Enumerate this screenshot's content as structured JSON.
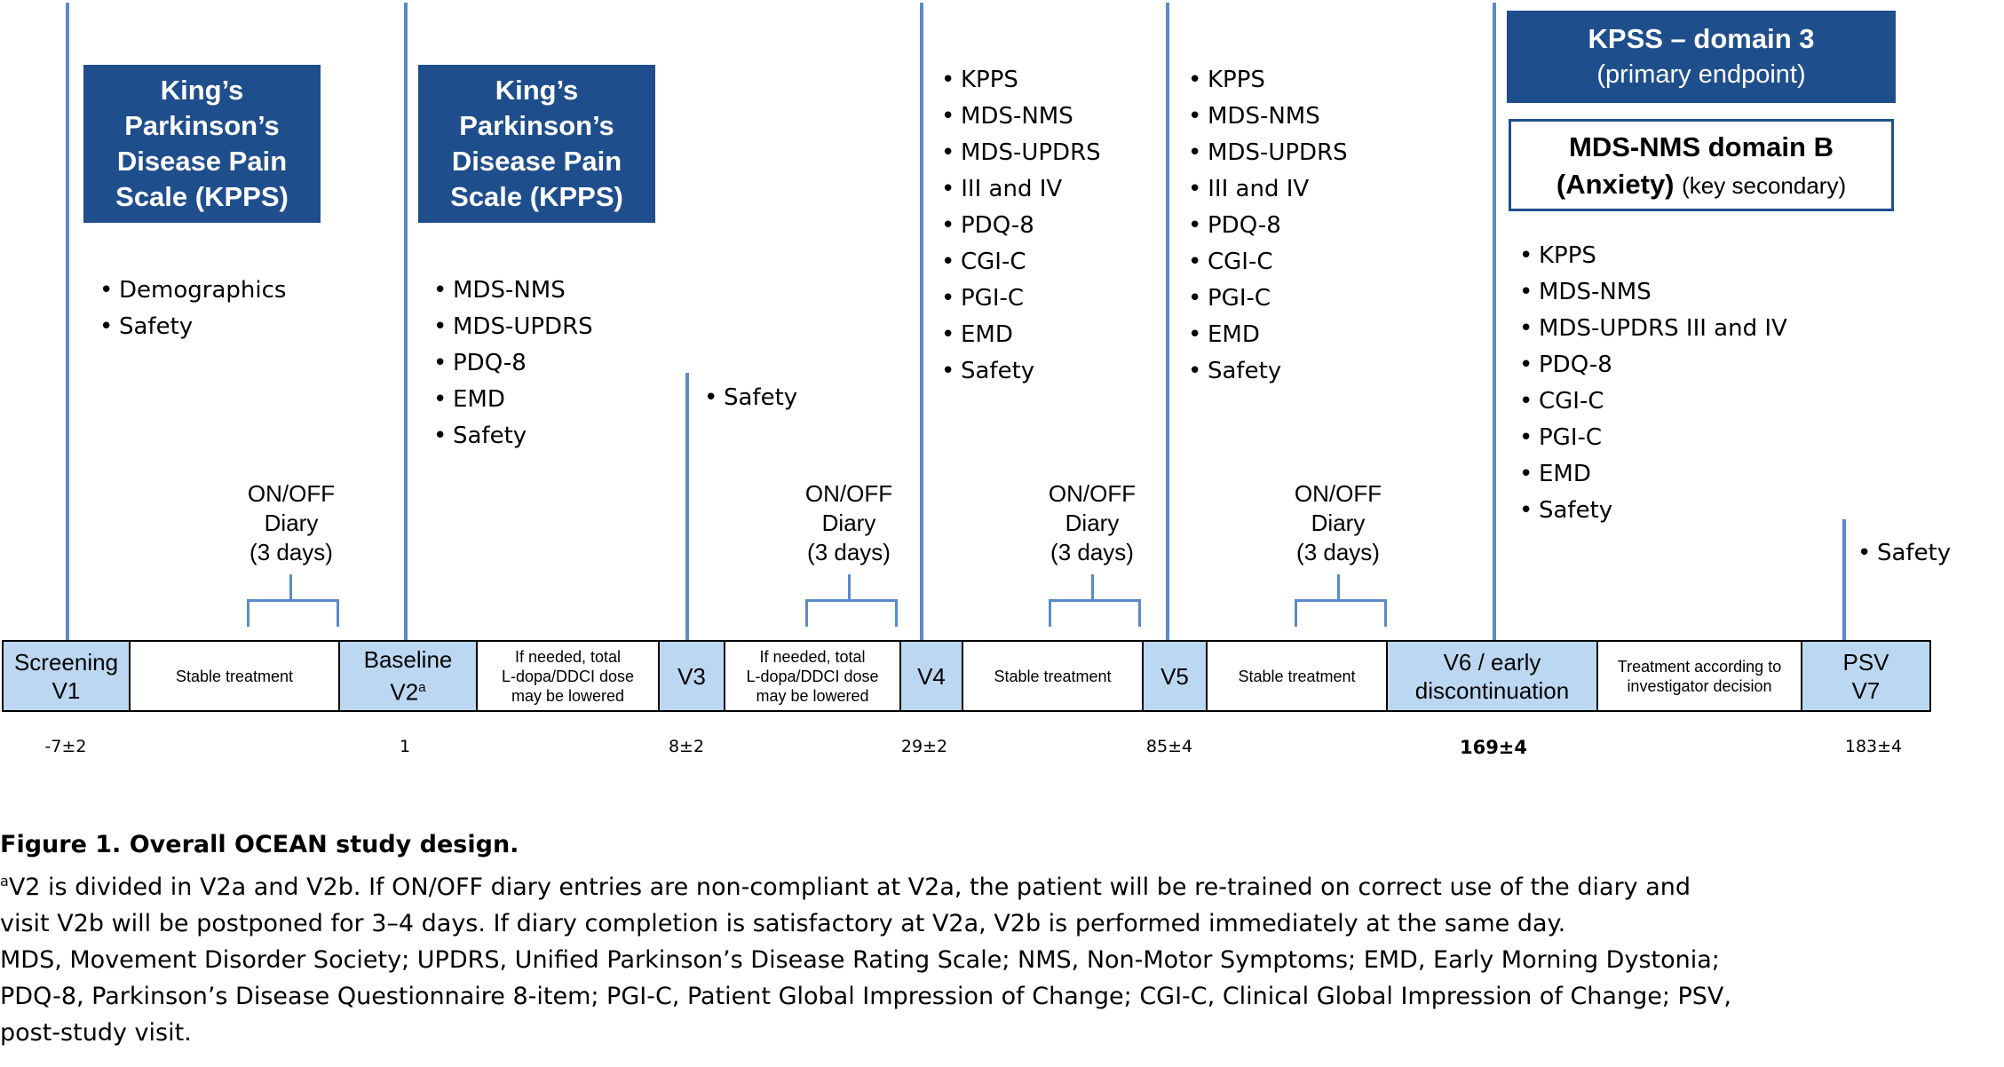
{
  "kpss_box": {
    "title": "KPSS – domain 3",
    "subtitle": "(primary endpoint)"
  },
  "anx_box": {
    "title_line1": "MDS-NMS domain B",
    "title_line2": "(Anxiety)",
    "note": "(key secondary)"
  },
  "kpps_label": [
    "King’s",
    "Parkinson’s",
    "Disease Pain",
    "Scale (KPPS)"
  ],
  "bullets": {
    "v1": [
      "Demographics",
      "Safety"
    ],
    "v2": [
      "MDS-NMS",
      "MDS-UPDRS",
      "PDQ-8",
      "EMD",
      "Safety"
    ],
    "v3": [
      "Safety"
    ],
    "v4": [
      "KPPS",
      "MDS-NMS",
      "MDS-UPDRS",
      " III and IV",
      "PDQ-8",
      "CGI-C",
      "PGI-C",
      "EMD",
      "Safety"
    ],
    "v5": [
      "KPPS",
      "MDS-NMS",
      "MDS-UPDRS",
      " III and IV",
      "PDQ-8",
      "CGI-C",
      "PGI-C",
      "EMD",
      "Safety"
    ],
    "v6": [
      "KPPS",
      "MDS-NMS",
      "MDS-UPDRS III and IV",
      "PDQ-8",
      "CGI-C",
      "PGI-C",
      "EMD",
      "Safety"
    ],
    "v7": [
      "Safety"
    ]
  },
  "diary": {
    "line1": "ON/OFF",
    "line2": "Diary",
    "line3": "(3 days)"
  },
  "timeline": {
    "screening": {
      "line1": "Screening",
      "line2": "V1"
    },
    "stable": "Stable treatment",
    "baseline": {
      "line1": "Baseline",
      "line2": "V2",
      "sup": "a"
    },
    "lowered": {
      "line1": "If needed, total",
      "line2": "L-dopa/DDCI dose",
      "line3": "may be lowered"
    },
    "v3": "V3",
    "v4": "V4",
    "v5": "V5",
    "v6": {
      "line1": "V6 / early",
      "line2": "discontinuation"
    },
    "treatment": {
      "line1": "Treatment according to",
      "line2": "investigator decision"
    },
    "psv": {
      "line1": "PSV",
      "line2": "V7"
    }
  },
  "days": [
    "-7±2",
    "1",
    "8±2",
    "29±2",
    "85±4",
    "169±4",
    "183±4"
  ],
  "caption": {
    "title": "Figure 1. Overall OCEAN study design.",
    "footnote_mark": "a",
    "footnote_l1": "V2 is divided in V2a and V2b. If ON/OFF diary entries are non-compliant at V2a, the patient will be re-trained on correct use of the diary and",
    "footnote_l2": "visit V2b will be postponed for 3–4 days. If diary completion is satisfactory at V2a, V2b is performed immediately at the same day.",
    "abbr_l1": "MDS, Movement Disorder Society; UPDRS, Unified Parkinson’s Disease Rating Scale; NMS, Non-Motor Symptoms; EMD, Early Morning Dystonia;",
    "abbr_l2": "PDQ-8, Parkinson’s Disease Questionnaire 8-item; PGI-C, Patient Global Impression of Change; CGI-C, Clinical Global Impression of Change; PSV,",
    "abbr_l3": "post-study visit."
  },
  "colors": {
    "navy": "#1f4e8c",
    "visit_fill": "#bcd7f1",
    "line": "#5b8ac7"
  }
}
